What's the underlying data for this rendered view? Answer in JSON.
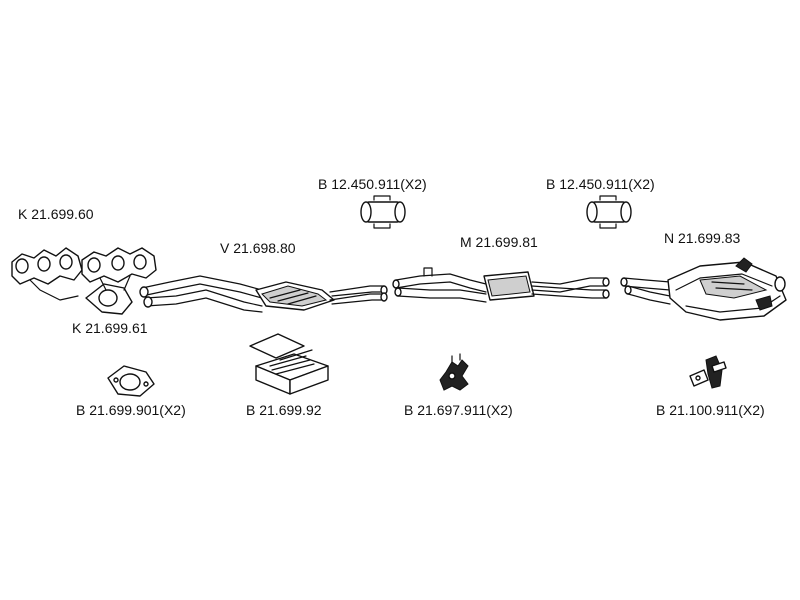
{
  "colors": {
    "line": "#111111",
    "background": "#ffffff"
  },
  "parts": {
    "manifold_front": {
      "code": "K 21.699.60"
    },
    "manifold_rear": {
      "code": "K 21.699.61"
    },
    "front_pipe": {
      "code": "V 21.698.80"
    },
    "clamp_left": {
      "code": "B 12.450.911(X2)"
    },
    "clamp_right": {
      "code": "B 12.450.911(X2)"
    },
    "middle_silencer": {
      "code": "M 21.699.81"
    },
    "rear_silencer": {
      "code": "N 21.699.83"
    },
    "gasket": {
      "code": "B 21.699.901(X2)"
    },
    "mounting_kit": {
      "code": "B 21.699.92"
    },
    "rubber_mount": {
      "code": "B 21.697.911(X2)"
    },
    "bracket": {
      "code": "B 21.100.911(X2)"
    }
  }
}
